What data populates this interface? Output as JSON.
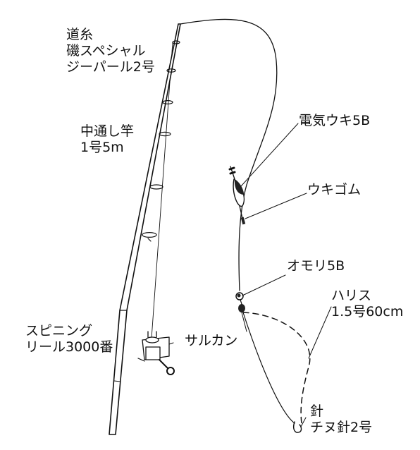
{
  "labels": {
    "line": [
      "道糸",
      "磯スペシャル",
      "ジーパール2号"
    ],
    "rod": [
      "中通し竿",
      "1号5m"
    ],
    "float": "電気ウキ5B",
    "float_stopper": "ウキゴム",
    "sinker": "オモリ5B",
    "leader": [
      "ハリス",
      "1.5号60cm"
    ],
    "reel": [
      "スピニング",
      "リール3000番"
    ],
    "swivel": "サルカン",
    "hook": [
      "針",
      "チヌ針2号"
    ]
  }
}
